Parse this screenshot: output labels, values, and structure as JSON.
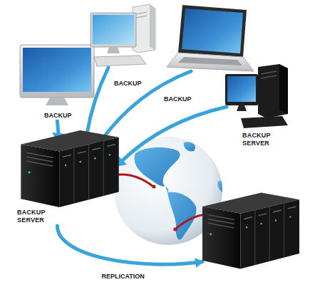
{
  "diagram": {
    "nodes": [
      {
        "text": [
          "BACKUP SERVER"
        ]
      },
      {
        "text": [
          "BACKUP SERVER"
        ]
      }
    ],
    "edges": [
      {
        "from": 0,
        "to": 1,
        "label": "REPLICATION",
        "arrow": "to"
      }
    ],
    "labels": [
      "BACKUP",
      "BACKUP",
      "BACKUP"
    ]
  }
}
